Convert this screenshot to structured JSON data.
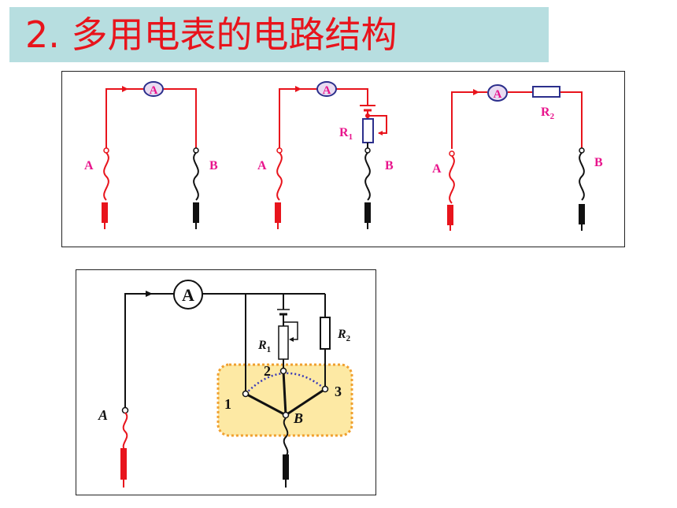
{
  "title": "2. 多用电表的电路结构",
  "colors": {
    "title_bg": "#b7dee0",
    "title_text": "#e8141c",
    "wire_red": "#e8141c",
    "wire_black": "#111111",
    "label_pink": "#e8148c",
    "meter_blue": "#2c2f8c",
    "selector_fill": "#fde9a4",
    "selector_border": "#f0a030",
    "arc_dotted": "#3a3ab8"
  },
  "circuit1": {
    "meter": "A",
    "terminal_left": "A",
    "terminal_right": "B"
  },
  "circuit2": {
    "meter": "A",
    "terminal_left": "A",
    "terminal_right": "B",
    "resistor": "R",
    "resistor_sub": "1"
  },
  "circuit3": {
    "meter": "A",
    "terminal_left": "A",
    "terminal_right": "B",
    "resistor": "R",
    "resistor_sub": "2"
  },
  "multimeter": {
    "meter": "A",
    "terminal_a": "A",
    "terminal_b": "B",
    "r1": "R",
    "r1_sub": "1",
    "r2": "R",
    "r2_sub": "2",
    "positions": [
      "1",
      "2",
      "3"
    ]
  }
}
